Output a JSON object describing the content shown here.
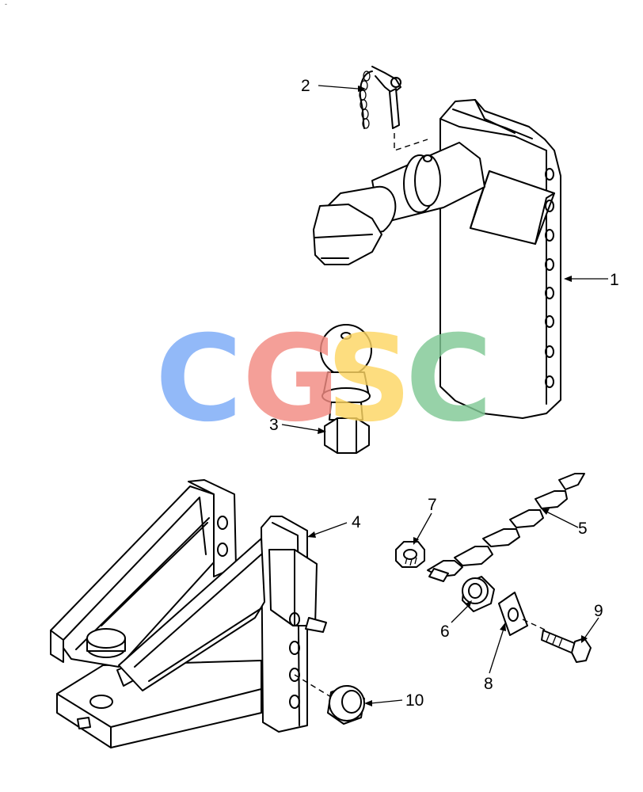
{
  "corner_mark": "-",
  "callouts": {
    "c1": "1",
    "c2": "2",
    "c3": "3",
    "c4": "4",
    "c5": "5",
    "c6": "6",
    "c7": "7",
    "c8": "8",
    "c9": "9",
    "c10": "10"
  },
  "watermark": {
    "letters": [
      "C",
      "G",
      "S",
      "C"
    ],
    "colors": [
      "#7baaf7",
      "#f28b82",
      "#fdd663",
      "#81c995"
    ]
  }
}
